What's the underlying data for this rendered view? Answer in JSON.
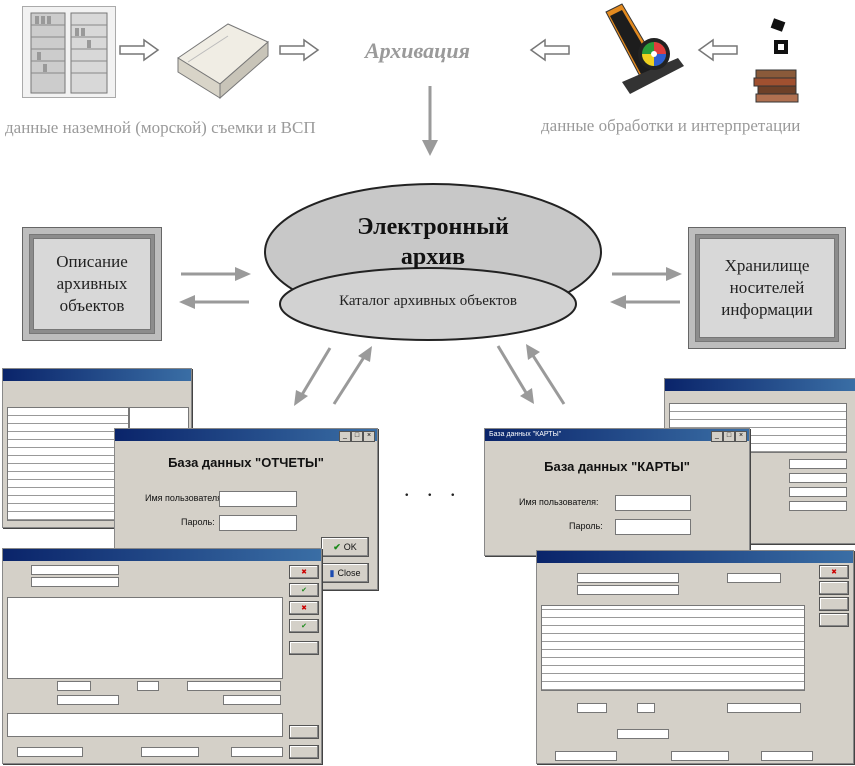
{
  "top": {
    "archiving_label": "Архивация",
    "left_caption": "данные наземной (морской) съемки и ВСП",
    "right_caption": "данные обработки и интерпретации"
  },
  "center": {
    "archive_title_line1": "Электронный",
    "archive_title_line2": "архив",
    "catalog_label": "Каталог архивных объектов"
  },
  "left_box": {
    "text_line1": "Описание",
    "text_line2": "архивных",
    "text_line3": "объектов"
  },
  "right_box": {
    "text_line1": "Хранилище",
    "text_line2": "носителей",
    "text_line3": "информации"
  },
  "db_reports": {
    "title": "База данных \"ОТЧЕТЫ\"",
    "user_label": "Имя пользователя:",
    "password_label": "Пароль:",
    "ok_button": "OK",
    "close_button": "Close"
  },
  "db_maps": {
    "window_title": "База данных \"КАРТЫ\"",
    "title": "База данных \"КАРТЫ\"",
    "user_label": "Имя пользователя:",
    "password_label": "Пароль:"
  },
  "ellipsis": ". . .",
  "colors": {
    "arrow": "#9a9a9a",
    "ellipse_fill": "#c8c8c8",
    "titlebar": "#0a246a",
    "window_bg": "#d4d0c8"
  },
  "icons": [
    "shelves-photo",
    "scanner-device",
    "workstation-icon",
    "books-icon",
    "disk-icons"
  ]
}
